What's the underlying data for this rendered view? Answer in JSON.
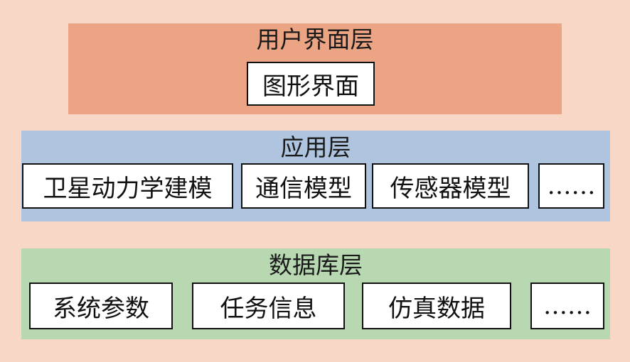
{
  "layers": {
    "ui": {
      "title": "用户界面层",
      "items": [
        "图形界面"
      ]
    },
    "app": {
      "title": "应用层",
      "items": [
        "卫星动力学建模",
        "通信模型",
        "传感器模型",
        "……"
      ]
    },
    "db": {
      "title": "数据库层",
      "items": [
        "系统参数",
        "任务信息",
        "仿真数据",
        "……"
      ]
    }
  },
  "colors": {
    "background": "#f8d7c7",
    "ui_layer": "#eba584",
    "app_layer": "#afc4df",
    "db_layer": "#b7d8b1"
  }
}
